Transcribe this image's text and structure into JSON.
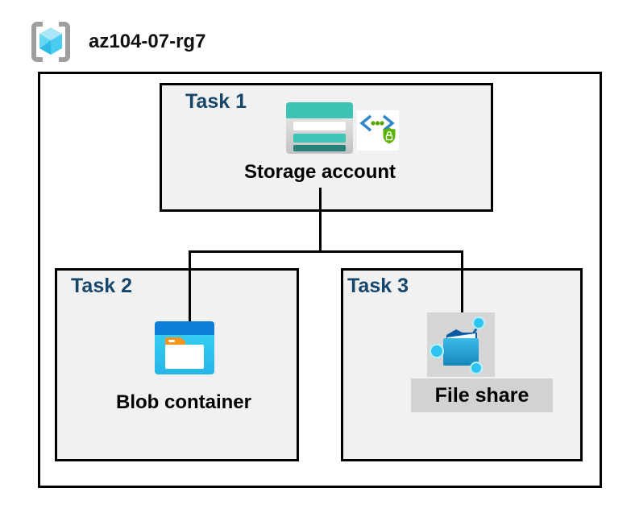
{
  "header": {
    "resource_group_name": "az104-07-rg7",
    "icon": "resource-group-icon"
  },
  "diagram": {
    "tasks": [
      {
        "label": "Task 1",
        "resource": "Storage account",
        "icons": [
          "storage-account-icon",
          "secure-transfer-icon"
        ]
      },
      {
        "label": "Task 2",
        "resource": "Blob container",
        "icons": [
          "blob-container-icon"
        ]
      },
      {
        "label": "Task 3",
        "resource": "File share",
        "icons": [
          "file-share-icon"
        ]
      }
    ],
    "connections": [
      {
        "from": "Storage account",
        "to": "Blob container"
      },
      {
        "from": "Storage account",
        "to": "File share"
      }
    ]
  },
  "colors": {
    "task_label": "#17466B",
    "task_box_fill": "#F1F1F1",
    "border": "#000000",
    "storage_teal": "#3CC3B4",
    "storage_teal_dark": "#26827A",
    "secure_blue": "#2E86C8",
    "secure_green": "#57A300",
    "shield_green": "#5BB300",
    "blob_top_blue": "#0E7ED8",
    "blob_cyan": "#38D5F6",
    "folder_tab_orange": "#F7941D",
    "fileshare_bg_gray": "#D6D6D6",
    "fileshare_label_bg": "#D2D2D2",
    "fileshare_navy": "#0C59A4",
    "node_cyan": "#2EC5F1",
    "cube_cyan": "#49CCEF",
    "bracket_gray": "#9E9E9E"
  }
}
